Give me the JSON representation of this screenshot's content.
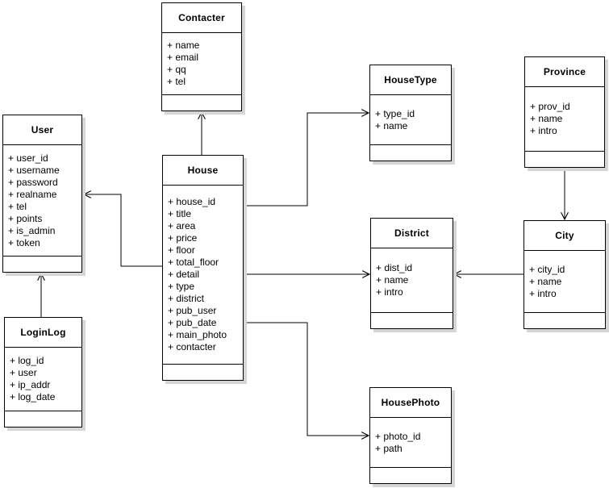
{
  "diagram": {
    "type": "uml-class-diagram",
    "colors": {
      "line": "#000000",
      "box_fill": "#ffffff",
      "box_border": "#000000",
      "shadow": "#d6d6d6",
      "background": "#ffffff"
    },
    "entities": [
      {
        "name": "Contacter",
        "attributes": [
          "+ name",
          "+ email",
          "+ qq",
          "+ tel"
        ]
      },
      {
        "name": "User",
        "attributes": [
          "+ user_id",
          "+ username",
          "+ password",
          "+ realname",
          "+ tel",
          "+ points",
          "+ is_admin",
          "+ token"
        ]
      },
      {
        "name": "House",
        "attributes": [
          "+ house_id",
          "+ title",
          "+ area",
          "+ price",
          "+ floor",
          "+ total_floor",
          "+ detail",
          "+ type",
          "+ district",
          "+ pub_user",
          "+ pub_date",
          "+ main_photo",
          "+ contacter"
        ]
      },
      {
        "name": "HouseType",
        "attributes": [
          "+ type_id",
          "+ name"
        ]
      },
      {
        "name": "Province",
        "attributes": [
          "+ prov_id",
          "+ name",
          "+ intro"
        ]
      },
      {
        "name": "District",
        "attributes": [
          "+ dist_id",
          "+ name",
          "+ intro"
        ]
      },
      {
        "name": "City",
        "attributes": [
          "+ city_id",
          "+ name",
          "+ intro"
        ]
      },
      {
        "name": "LoginLog",
        "attributes": [
          "+ log_id",
          "+ user",
          "+ ip_addr",
          "+ log_date"
        ]
      },
      {
        "name": "HousePhoto",
        "attributes": [
          "+ photo_id",
          "+ path"
        ]
      }
    ],
    "relationships": [
      {
        "from": "House",
        "to": "Contacter",
        "arrowhead": "open"
      },
      {
        "from": "House",
        "to": "User",
        "arrowhead": "open"
      },
      {
        "from": "House",
        "to": "HouseType",
        "arrowhead": "open"
      },
      {
        "from": "House",
        "to": "District",
        "arrowhead": "open"
      },
      {
        "from": "House",
        "to": "HousePhoto",
        "arrowhead": "open"
      },
      {
        "from": "City",
        "to": "District",
        "arrowhead": "open"
      },
      {
        "from": "Province",
        "to": "City",
        "arrowhead": "open"
      },
      {
        "from": "LoginLog",
        "to": "User",
        "arrowhead": "open"
      }
    ]
  }
}
